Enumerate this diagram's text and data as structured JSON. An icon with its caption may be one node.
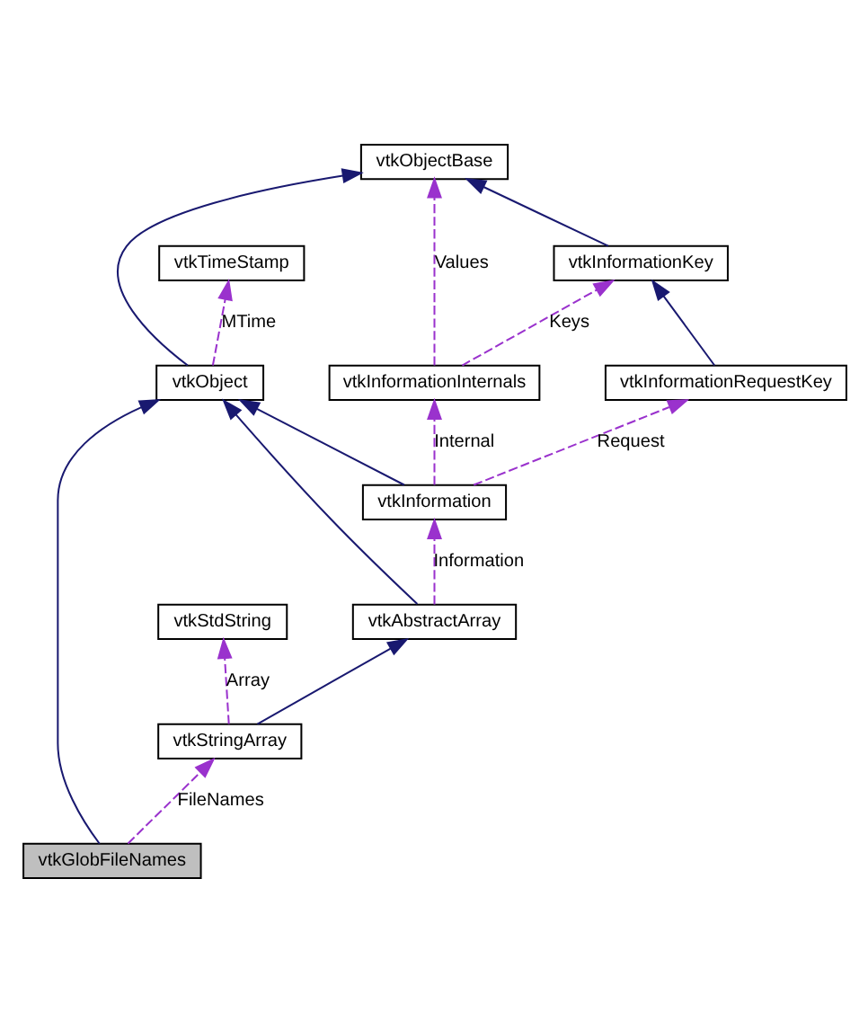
{
  "diagram": {
    "nodes": [
      {
        "text": [
          "vtkObjectBase"
        ]
      },
      {
        "text": [
          "vtkInformationKey"
        ]
      },
      {
        "text": [
          "vtkTimeStamp"
        ]
      },
      {
        "text": [
          "vtkInformationInternals"
        ]
      },
      {
        "text": [
          "vtkInformationRequestKey"
        ]
      },
      {
        "text": [
          "vtkObject"
        ]
      },
      {
        "text": [
          "vtkInformation"
        ]
      },
      {
        "text": [
          "vtkStdString"
        ]
      },
      {
        "text": [
          "vtkAbstractArray"
        ]
      },
      {
        "text": [
          "vtkStringArray"
        ]
      },
      {
        "text": [
          "vtkGlobFileNames"
        ]
      }
    ],
    "edges": [
      {
        "from": 1,
        "to": 0,
        "arrow": "to",
        "color": "#191970"
      },
      {
        "from": 3,
        "to": 0,
        "arrow": "to",
        "label": "Values",
        "style": "dashed",
        "color": "#9a32cd"
      },
      {
        "from": 5,
        "to": 0,
        "arrow": "to",
        "color": "#191970"
      },
      {
        "from": 3,
        "to": 1,
        "arrow": "to",
        "label": "Keys",
        "style": "dashed",
        "color": "#9a32cd"
      },
      {
        "from": 4,
        "to": 1,
        "arrow": "to",
        "color": "#191970"
      },
      {
        "from": 5,
        "to": 2,
        "arrow": "to",
        "label": "MTime",
        "style": "dashed",
        "color": "#9a32cd"
      },
      {
        "from": 6,
        "to": 3,
        "arrow": "to",
        "label": "Internal",
        "style": "dashed",
        "color": "#9a32cd"
      },
      {
        "from": 6,
        "to": 4,
        "arrow": "to",
        "label": "Request",
        "style": "dashed",
        "color": "#9a32cd"
      },
      {
        "from": 6,
        "to": 5,
        "arrow": "to",
        "color": "#191970"
      },
      {
        "from": 8,
        "to": 6,
        "arrow": "to",
        "label": "Information",
        "style": "dashed",
        "color": "#9a32cd"
      },
      {
        "from": 8,
        "to": 5,
        "arrow": "to",
        "color": "#191970"
      },
      {
        "from": 9,
        "to": 7,
        "arrow": "to",
        "label": "Array",
        "style": "dashed",
        "color": "#9a32cd"
      },
      {
        "from": 9,
        "to": 8,
        "arrow": "to",
        "color": "#191970"
      },
      {
        "from": 10,
        "to": 9,
        "arrow": "to",
        "label": "FileNames",
        "style": "dashed",
        "color": "#9a32cd"
      },
      {
        "from": 10,
        "to": 5,
        "arrow": "to",
        "color": "#191970"
      }
    ]
  }
}
